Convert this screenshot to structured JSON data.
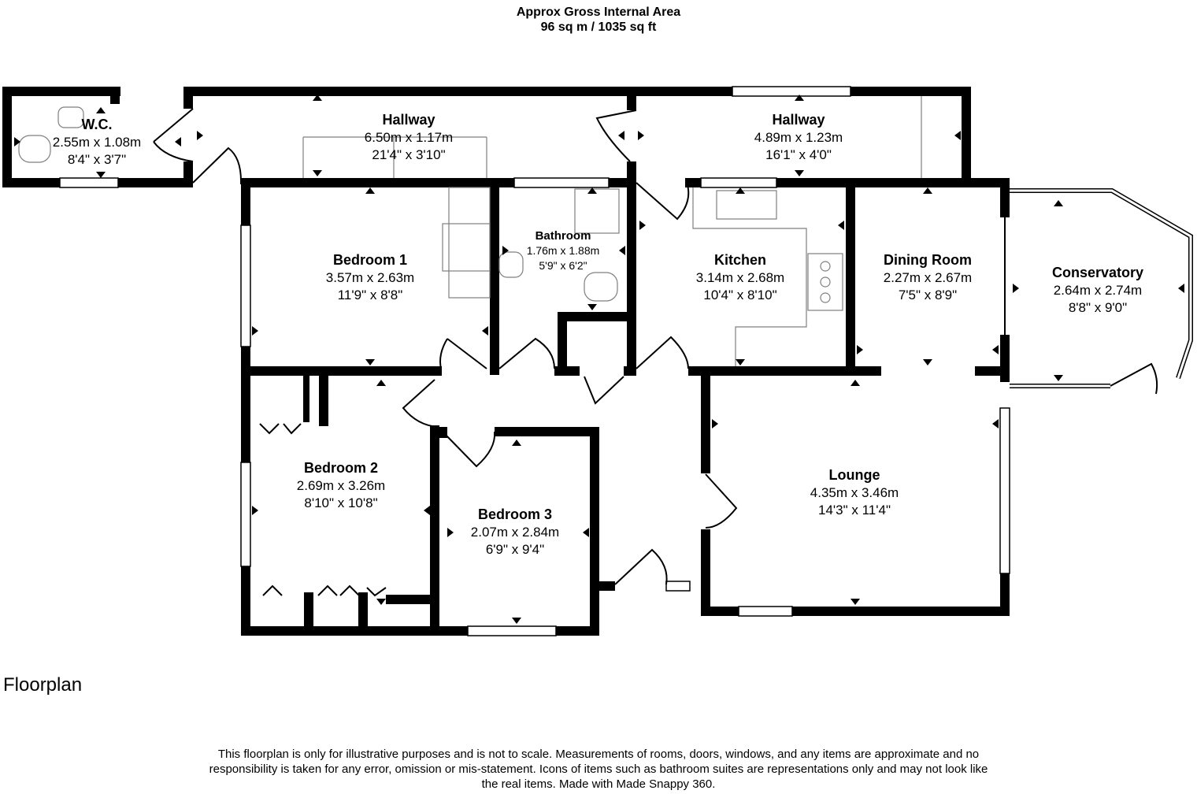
{
  "header": {
    "title": "Approx Gross Internal Area",
    "area": "96 sq m / 1035 sq ft"
  },
  "rooms": [
    {
      "id": "wc",
      "name": "W.C.",
      "metric": "2.55m x 1.08m",
      "imperial": "8'4\" x 3'7\""
    },
    {
      "id": "hallway_left",
      "name": "Hallway",
      "metric": "6.50m x 1.17m",
      "imperial": "21'4\" x 3'10\""
    },
    {
      "id": "hallway_right",
      "name": "Hallway",
      "metric": "4.89m x 1.23m",
      "imperial": "16'1\" x 4'0\""
    },
    {
      "id": "bedroom1",
      "name": "Bedroom 1",
      "metric": "3.57m x 2.63m",
      "imperial": "11'9\" x 8'8\""
    },
    {
      "id": "bathroom",
      "name": "Bathroom",
      "metric": "1.76m x 1.88m",
      "imperial": "5'9\" x 6'2\""
    },
    {
      "id": "kitchen",
      "name": "Kitchen",
      "metric": "3.14m x 2.68m",
      "imperial": "10'4\" x 8'10\""
    },
    {
      "id": "dining",
      "name": "Dining Room",
      "metric": "2.27m x 2.67m",
      "imperial": "7'5\" x 8'9\""
    },
    {
      "id": "conservatory",
      "name": "Conservatory",
      "metric": "2.64m x 2.74m",
      "imperial": "8'8\" x 9'0\""
    },
    {
      "id": "bedroom2",
      "name": "Bedroom 2",
      "metric": "2.69m x 3.26m",
      "imperial": "8'10\" x 10'8\""
    },
    {
      "id": "bedroom3",
      "name": "Bedroom 3",
      "metric": "2.07m x 2.84m",
      "imperial": "6'9\" x 9'4\""
    },
    {
      "id": "lounge",
      "name": "Lounge",
      "metric": "4.35m x 3.46m",
      "imperial": "14'3\" x 11'4\""
    }
  ],
  "footer": {
    "label": "Floorplan",
    "disclaimer": "This floorplan is only for illustrative purposes and is not to scale. Measurements of rooms, doors, windows, and any items are approximate and no responsibility is taken for any error, omission or mis-statement. Icons of items such as bathroom suites are representations only and may not look like the real items. Made with Made Snappy 360."
  },
  "colors": {
    "wall": "#000000",
    "background": "#ffffff",
    "fixture": "#7f7f7f"
  }
}
